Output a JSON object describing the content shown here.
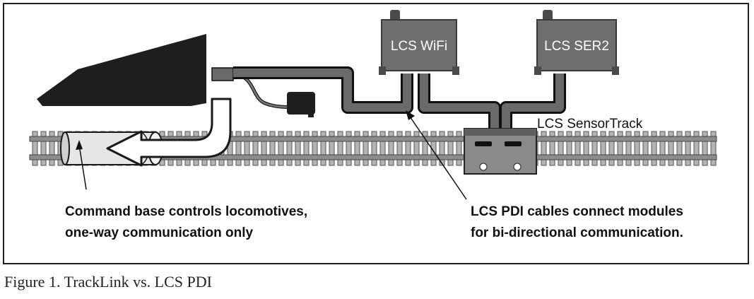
{
  "figure": {
    "caption": "Figure 1. TrackLink vs. LCS PDI"
  },
  "modules": {
    "wifi_label": "LCS WiFi",
    "ser2_label": "LCS SER2",
    "sensortrack_label": "LCS SensorTrack"
  },
  "callouts": {
    "left_line1": "Command base controls locomotives,",
    "left_line2": "one-way communication only",
    "right_line1": "LCS PDI cables connect modules",
    "right_line2": "for bi-directional communication."
  },
  "colors": {
    "module_fill": "#6e6e6e",
    "base_fill": "#1e1e1e",
    "cable_fill": "#6a6a6a",
    "rail_fill": "#8c8c8c",
    "tie_fill": "#b4b4b4"
  }
}
